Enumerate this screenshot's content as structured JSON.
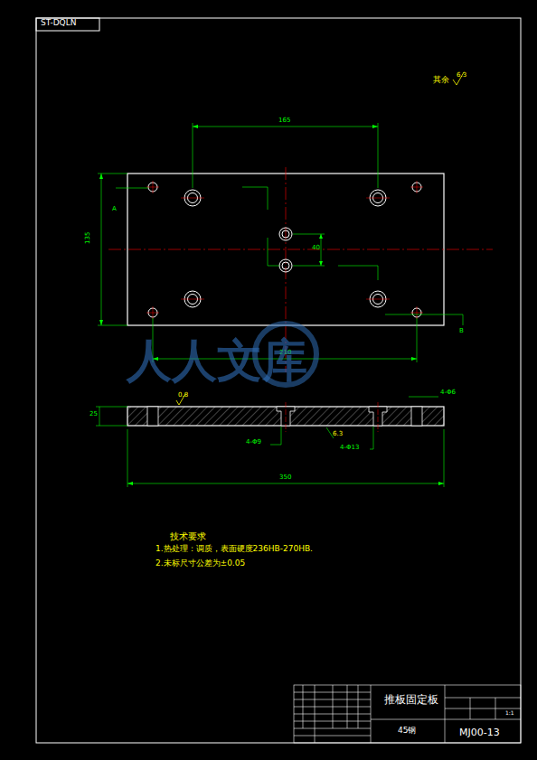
{
  "diagram": {
    "labels": [
      "ST-DQLN",
      "其余",
      "6.3",
      "165",
      "135",
      "40",
      "210",
      "A",
      "B",
      "0.8",
      "6.3",
      "4-Φ9",
      "4-Φ13",
      "4-Φ6",
      "25",
      "350",
      "技术要求",
      "1.热处理：调质，表面硬度236HB-270HB.",
      "2.未标尺寸公差为±0.05",
      "推板固定板",
      "45钢",
      "MJ00-13",
      "1:1",
      "人人文库"
    ]
  }
}
